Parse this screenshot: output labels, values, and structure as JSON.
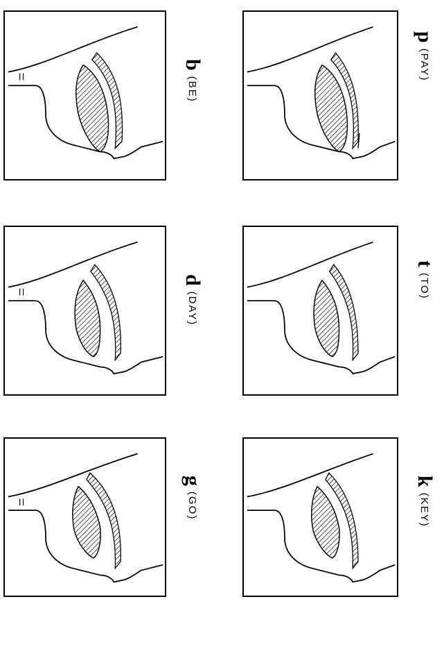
{
  "panels": [
    {
      "symbol": "p",
      "word": "(PAY)"
    },
    {
      "symbol": "t",
      "word": "(TO)"
    },
    {
      "symbol": "k",
      "word": "(KEY)"
    },
    {
      "symbol": "b",
      "word": "(BE)"
    },
    {
      "symbol": "d",
      "word": "(DAY)"
    },
    {
      "symbol": "g",
      "word": "(GO)"
    }
  ]
}
